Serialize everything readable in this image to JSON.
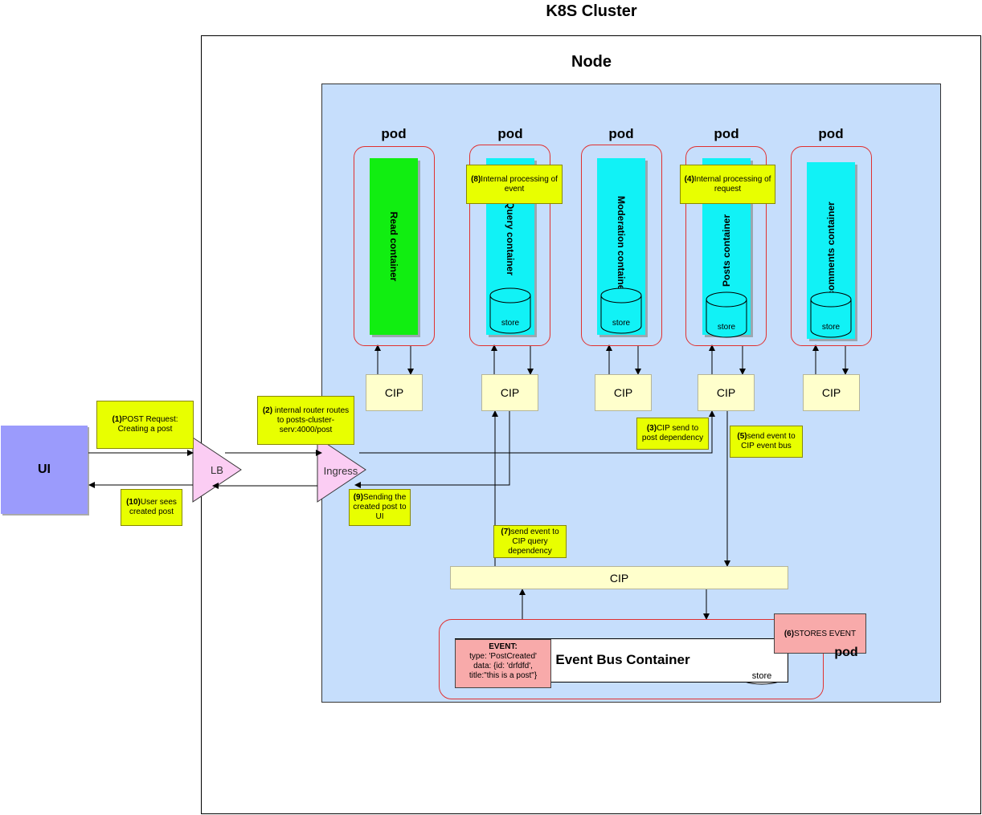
{
  "titles": {
    "cluster": "K8S Cluster",
    "node": "Node"
  },
  "ui_box": {
    "label": "UI"
  },
  "lb": {
    "label": "LB"
  },
  "ingress": {
    "label": "Ingress"
  },
  "pods": [
    {
      "label": "pod",
      "container": "Read container",
      "color": "#11ee11",
      "has_store": false
    },
    {
      "label": "pod",
      "container": "Query container",
      "color": "#11f2f6",
      "has_store": true
    },
    {
      "label": "pod",
      "container": "Moderation container",
      "color": "#11f2f6",
      "has_store": true
    },
    {
      "label": "pod",
      "container": "Posts container",
      "color": "#11f2f6",
      "has_store": true
    },
    {
      "label": "pod",
      "container": "comments container",
      "color": "#11f2f6",
      "has_store": true
    }
  ],
  "store_label": "store",
  "cip_label": "CIP",
  "event_bus": {
    "container": "Event Bus Container",
    "pod_label": "pod",
    "store": "store"
  },
  "notes": {
    "n1": {
      "num": "(1)",
      "text": "POST Request: Creating a post"
    },
    "n2": {
      "num": "(2)",
      "text": " internal router routes to posts-cluster-serv:4000/post"
    },
    "n3": {
      "num": "(3)",
      "text": "CIP send to post dependency"
    },
    "n4": {
      "num": "(4)",
      "text": "Internal processing of request"
    },
    "n5": {
      "num": "(5)",
      "text": "send event to CIP event bus"
    },
    "n6": {
      "num": "(6)",
      "text": "STORES EVENT"
    },
    "n7": {
      "num": "(7)",
      "text": "send event to CIP query dependency"
    },
    "n8": {
      "num": "(8)",
      "text": "Internal processing of event"
    },
    "n9": {
      "num": "(9)",
      "text": "Sending the created post to UI"
    },
    "n10": {
      "num": "(10)",
      "text": "User sees created post"
    }
  },
  "event_note": {
    "heading": "EVENT:",
    "line1": "type: 'PostCreated'",
    "line2": "data: {id: 'drfdfd',",
    "line3": "title:\"this is a post\"}"
  },
  "colors": {
    "node_bg": "#c6defc",
    "ui_bg": "#9b9bfc",
    "triangle": "#fbcdf3",
    "note_yellow": "#e8ff00",
    "cip_bg": "#ffffcc",
    "pod_border": "#e03030",
    "pink_note": "#f8aaaa"
  }
}
